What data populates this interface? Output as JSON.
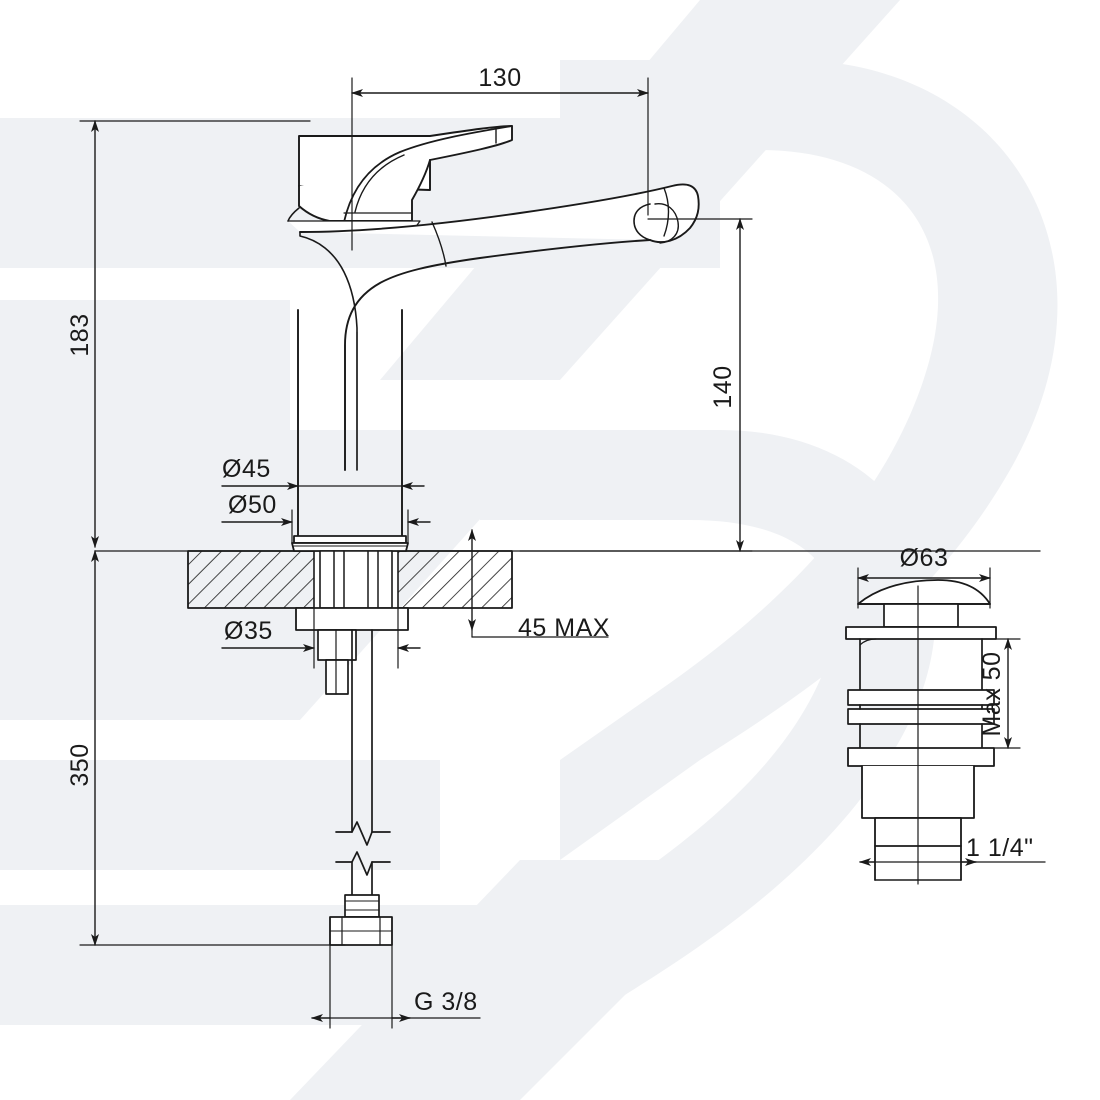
{
  "drawing": {
    "title": "Basin Mixer Tap Technical Dimension Drawing",
    "background_color": "#ffffff",
    "line_color": "#1a1a1a",
    "watermark_color": "#eff1f4",
    "watermark_shape": "stylized-double-chevron-B-logo"
  },
  "views": {
    "main": {
      "name": "basin-mixer-tap-elevation",
      "description": "Single lever basin mixer shown in elevation with countertop section and supply hose"
    },
    "secondary": {
      "name": "pop-up-waste-drain",
      "description": "Click-clack pop-up basin waste assembly"
    }
  },
  "dimensions": {
    "spout_reach": {
      "label": "130",
      "unit": "mm",
      "orientation": "horizontal",
      "position": "top"
    },
    "overall_height": {
      "label": "183",
      "unit": "mm",
      "orientation": "vertical",
      "position": "left"
    },
    "spout_height": {
      "label": "140",
      "unit": "mm",
      "orientation": "vertical",
      "position": "right-of-body"
    },
    "hose_length": {
      "label": "350",
      "unit": "mm",
      "orientation": "vertical",
      "position": "left-lower"
    },
    "body_upper_diameter": {
      "label": "Ø45",
      "unit": "mm",
      "orientation": "horizontal"
    },
    "base_diameter": {
      "label": "Ø50",
      "unit": "mm",
      "orientation": "horizontal"
    },
    "mounting_hole_diameter": {
      "label": "Ø35",
      "unit": "mm",
      "orientation": "horizontal"
    },
    "max_counter_thickness": {
      "label": "45 MAX",
      "unit": "mm",
      "orientation": "vertical-leader"
    },
    "supply_thread": {
      "label": "G 3/8",
      "unit": "inch-BSP",
      "orientation": "horizontal-leader"
    },
    "waste_cap_diameter": {
      "label": "Ø63",
      "unit": "mm",
      "orientation": "horizontal"
    },
    "waste_max_depth": {
      "label": "Max 50",
      "unit": "mm",
      "orientation": "vertical"
    },
    "waste_outlet_thread": {
      "label": "1 1/4\"",
      "unit": "inch",
      "orientation": "horizontal-leader"
    }
  }
}
